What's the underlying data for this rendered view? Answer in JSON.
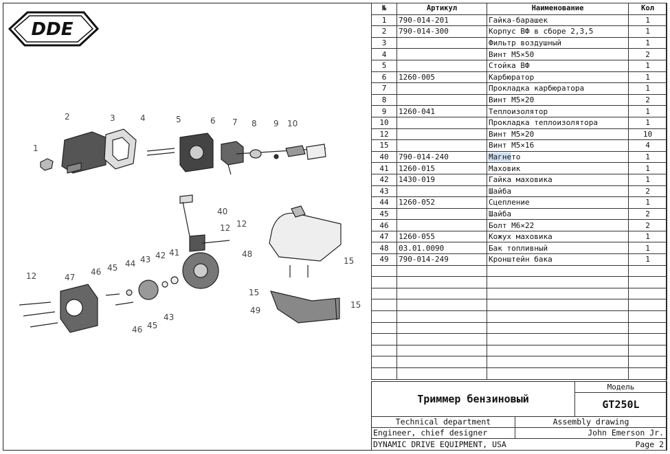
{
  "brand": {
    "logo_text": "DDE"
  },
  "table": {
    "headers": {
      "no": "№",
      "article": "Артикул",
      "name": "Наименование",
      "qty": "Кол"
    },
    "rows": [
      {
        "no": "1",
        "article": "790-014-201",
        "name": "Гайка-барашек",
        "qty": "1"
      },
      {
        "no": "2",
        "article": "790-014-300",
        "name": "Корпус ВФ в сборе 2,3,5",
        "qty": "1"
      },
      {
        "no": "3",
        "article": "",
        "name": "Фильтр воздушный",
        "qty": "1"
      },
      {
        "no": "4",
        "article": "",
        "name": "Винт М5×50",
        "qty": "2"
      },
      {
        "no": "5",
        "article": "",
        "name": "Стойка ВФ",
        "qty": "1"
      },
      {
        "no": "6",
        "article": "1260-005",
        "name": "Карбюратор",
        "qty": "1"
      },
      {
        "no": "7",
        "article": "",
        "name": "Прокладка карбюратора",
        "qty": "1"
      },
      {
        "no": "8",
        "article": "",
        "name": "Винт М5×20",
        "qty": "2"
      },
      {
        "no": "9",
        "article": "1260-041",
        "name": "Теплоизолятор",
        "qty": "1"
      },
      {
        "no": "10",
        "article": "",
        "name": "Прокладка теплоизолятора",
        "qty": "1"
      },
      {
        "no": "12",
        "article": "",
        "name": "Винт М5×20",
        "qty": "10"
      },
      {
        "no": "15",
        "article": "",
        "name": "Винт М5×16",
        "qty": "4"
      },
      {
        "no": "40",
        "article": "790-014-240",
        "name_hl": "Магне",
        "name_rest": "то",
        "qty": "1"
      },
      {
        "no": "41",
        "article": "1260-015",
        "name": "Маховик",
        "qty": "1"
      },
      {
        "no": "42",
        "article": "1430-019",
        "name": "Гайка маховика",
        "qty": "1"
      },
      {
        "no": "43",
        "article": "",
        "name": "Шайба",
        "qty": "2"
      },
      {
        "no": "44",
        "article": "1260-052",
        "name": "Сцепление",
        "qty": "1"
      },
      {
        "no": "45",
        "article": "",
        "name": "Шайба",
        "qty": "2"
      },
      {
        "no": "46",
        "article": "",
        "name": "Болт М6×22",
        "qty": "2"
      },
      {
        "no": "47",
        "article": "1260-055",
        "name": "Кожух маховика",
        "qty": "1"
      },
      {
        "no": "48",
        "article": "03.01.0090",
        "name": "Бак топливный",
        "qty": "1"
      },
      {
        "no": "49",
        "article": "790-014-249",
        "name": "Кронштейн бака",
        "qty": "1"
      }
    ],
    "empty_rows": 10
  },
  "title_block": {
    "product_name": "Триммер бензиновый",
    "model_label": "Модель",
    "model": "GT250L",
    "department": "Technical department",
    "drawing_type": "Assembly drawing",
    "role": "Engineer, chief designer",
    "person": "John Emerson Jr.",
    "company": "DYNAMIC DRIVE EQUIPMENT, USA",
    "page": "Page 2"
  },
  "callouts": [
    "1",
    "2",
    "3",
    "4",
    "5",
    "6",
    "7",
    "8",
    "9",
    "10",
    "40",
    "12",
    "12",
    "48",
    "15",
    "15",
    "49",
    "15",
    "46",
    "45",
    "44",
    "43",
    "42",
    "41",
    "12",
    "47",
    "43",
    "46",
    "45"
  ]
}
